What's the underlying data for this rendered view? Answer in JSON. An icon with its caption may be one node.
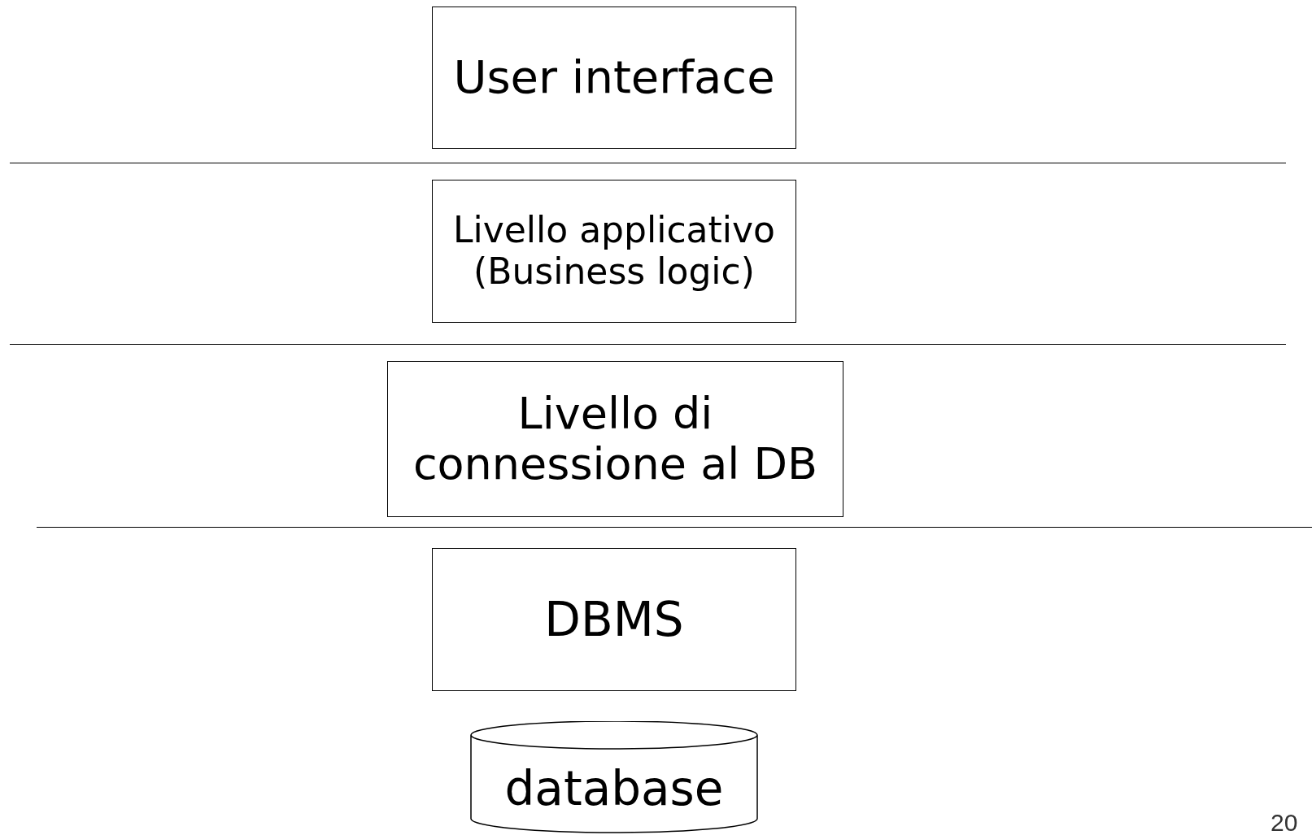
{
  "diagram": {
    "nodes": [
      {
        "text": [
          "User interface"
        ]
      },
      {
        "text": [
          "Livello applicativo (Business logic)"
        ]
      },
      {
        "text": [
          "Livello di connessione al DB"
        ]
      },
      {
        "text": [
          "DBMS"
        ]
      },
      {
        "text": [
          "database"
        ]
      }
    ],
    "edges": [],
    "labels": [
      "20"
    ]
  }
}
